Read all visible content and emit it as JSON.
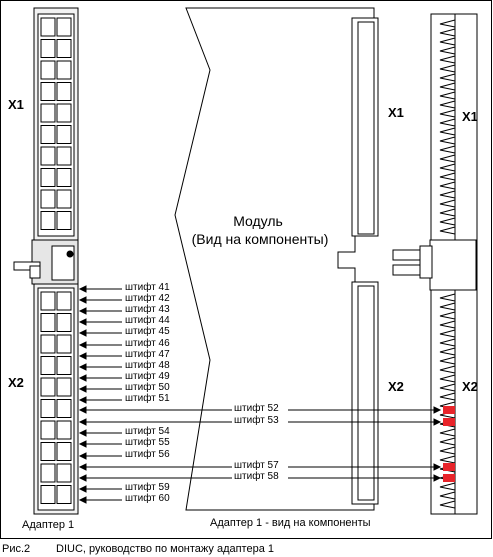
{
  "labels": {
    "x1": "X1",
    "x2": "X2",
    "module_line1": "Модуль",
    "module_line2": "(Вид на компоненты)",
    "adapter_left": "Адаптер 1",
    "adapter_bottom": "Адаптер 1 - вид на компоненты"
  },
  "pins_left": [
    "штифт 41",
    "штифт 42",
    "штифт 43",
    "штифт 44",
    "штифт 45",
    "штифт 46",
    "штифт 47",
    "штифт 48",
    "штифт 49",
    "штифт 50",
    "штифт 51"
  ],
  "pins_mid": [
    "штифт 52",
    "штифт 53"
  ],
  "pins_left2": [
    "штифт 54",
    "штифт 55",
    "штифт 56"
  ],
  "pins_mid2": [
    "штифт 57",
    "штифт 58"
  ],
  "pins_left3": [
    "штифт 59",
    "штифт 60"
  ],
  "caption": {
    "fig": "Рис.2",
    "text": "DIUC, руководство по монтажу адаптера 1"
  },
  "colors": {
    "highlight_pin": "#e8242a"
  }
}
